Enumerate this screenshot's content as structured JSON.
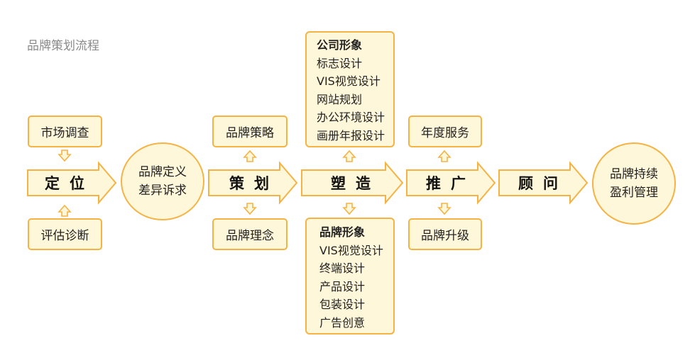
{
  "title": "品牌策划流程",
  "colors": {
    "fill": "#fff7d9",
    "stroke": "#f5b345"
  },
  "stages": [
    {
      "label": "定位"
    },
    {
      "label": "策划"
    },
    {
      "label": "塑造"
    },
    {
      "label": "推广"
    },
    {
      "label": "顾问"
    }
  ],
  "boxes": {
    "market_research": "市场调查",
    "evaluation": "评估诊断",
    "brand_strategy": "品牌策略",
    "brand_philosophy": "品牌理念",
    "annual_service": "年度服务",
    "brand_upgrade": "品牌升级"
  },
  "circles": {
    "definition": {
      "line1": "品牌定义",
      "line2": "差异诉求"
    },
    "sustainable": {
      "line1": "品牌持续",
      "line2": "盈利管理"
    }
  },
  "company_image": {
    "header": "公司形象",
    "items": [
      "标志设计",
      "VIS视觉设计",
      "网站规划",
      "办公环境设计",
      "画册年报设计"
    ]
  },
  "brand_image": {
    "header": "品牌形象",
    "items": [
      "VIS视觉设计",
      "终端设计",
      "产品设计",
      "包装设计",
      "广告创意"
    ]
  }
}
